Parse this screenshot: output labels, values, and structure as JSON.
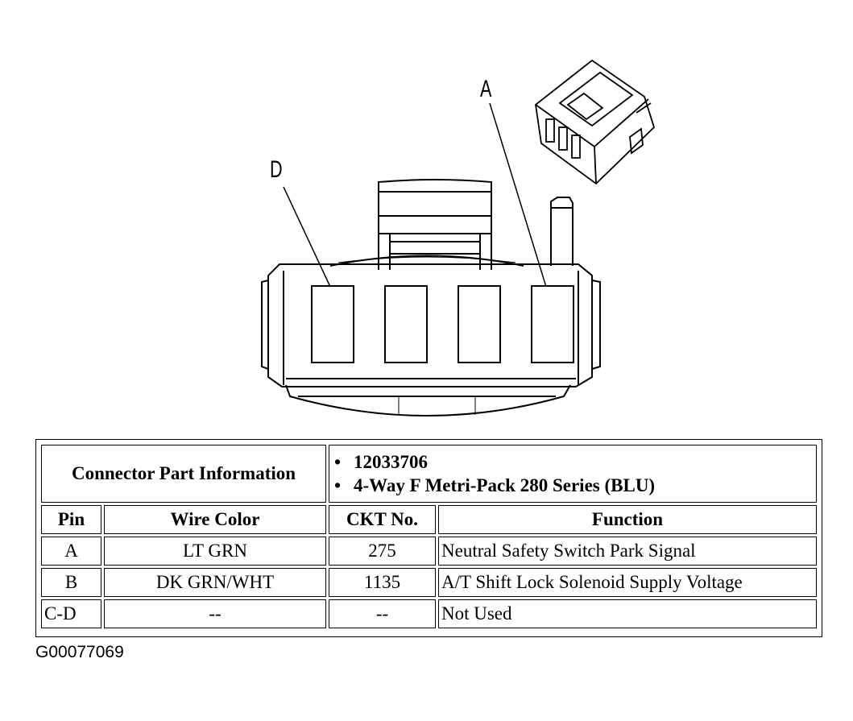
{
  "callouts": {
    "d": "D",
    "a": "A"
  },
  "connector_info": {
    "title": "Connector Part Information",
    "items": [
      "12033706",
      "4-Way F Metri-Pack 280 Series (BLU)"
    ]
  },
  "columns": {
    "pin": "Pin",
    "wire_color": "Wire Color",
    "ckt_no": "CKT No.",
    "function": "Function"
  },
  "rows": [
    {
      "pin": "A",
      "wire_color": "LT GRN",
      "ckt_no": "275",
      "function": "Neutral Safety Switch Park Signal"
    },
    {
      "pin": "B",
      "wire_color": "DK GRN/WHT",
      "ckt_no": "1135",
      "function": "A/T Shift Lock Solenoid Supply Voltage"
    },
    {
      "pin": "C-D",
      "wire_color": "--",
      "ckt_no": "--",
      "function": "Not Used"
    }
  ],
  "figure_id": "G00077069"
}
